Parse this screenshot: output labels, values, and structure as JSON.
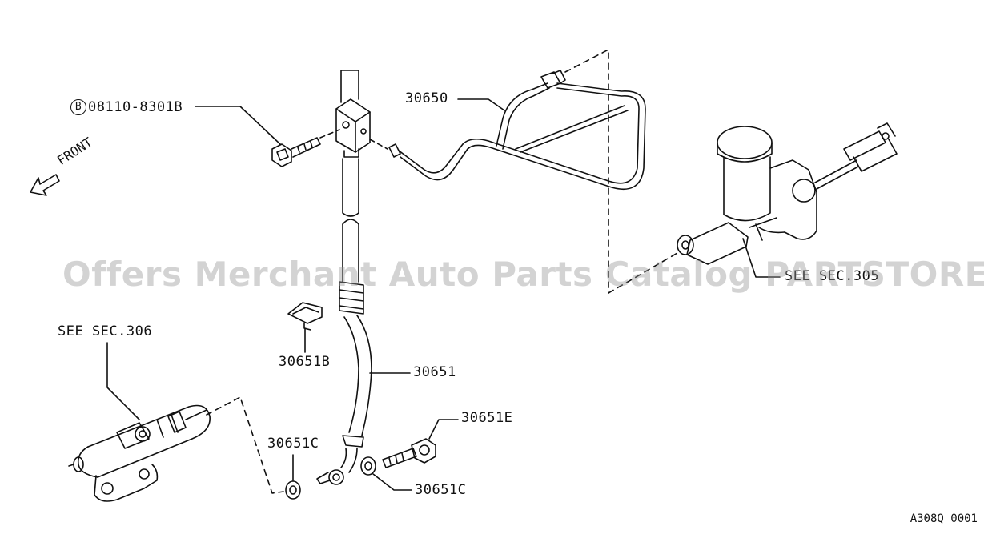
{
  "diagram": {
    "labels": {
      "bolt_mark": "B",
      "bolt": "08110-8301B",
      "tube": "30650",
      "master_cyl_ref": "SEE SEC.305",
      "operating_cyl_ref": "SEE SEC.306",
      "clip": "30651B",
      "hose": "30651",
      "connector_bolt": "30651E",
      "washer_left": "30651C",
      "washer_right": "30651C",
      "front": "FRONT"
    },
    "watermark": "Offers Merchant Auto Parts Catalog PARTSTORE.SA",
    "diagram_code": "A308Q 0001"
  }
}
